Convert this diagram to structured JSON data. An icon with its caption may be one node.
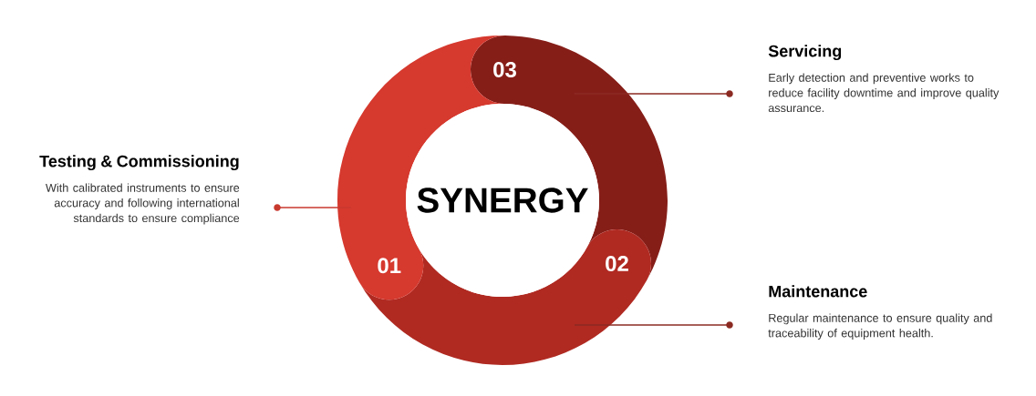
{
  "diagram": {
    "nodes": [
      {
        "text": [
          "SYNERGY"
        ]
      },
      {
        "text": [
          "01"
        ]
      },
      {
        "text": [
          "02"
        ]
      },
      {
        "text": [
          "03"
        ]
      },
      {
        "text": [
          "Testing & Commissioning",
          "With calibrated instruments to ensure accuracy and following international standards to ensure compliance"
        ]
      },
      {
        "text": [
          "Servicing",
          "Early detection and preventive works to reduce facility downtime and improve quality assurance."
        ]
      },
      {
        "text": [
          "Maintenance",
          "Regular maintenance to ensure quality and traceability of equipment health."
        ]
      }
    ],
    "edges": [
      {
        "from": 4,
        "to": 1,
        "arrow": "none",
        "color": "#c8392e"
      },
      {
        "from": 5,
        "to": 3,
        "arrow": "none"
      },
      {
        "from": 6,
        "to": 2,
        "arrow": "none"
      }
    ]
  }
}
